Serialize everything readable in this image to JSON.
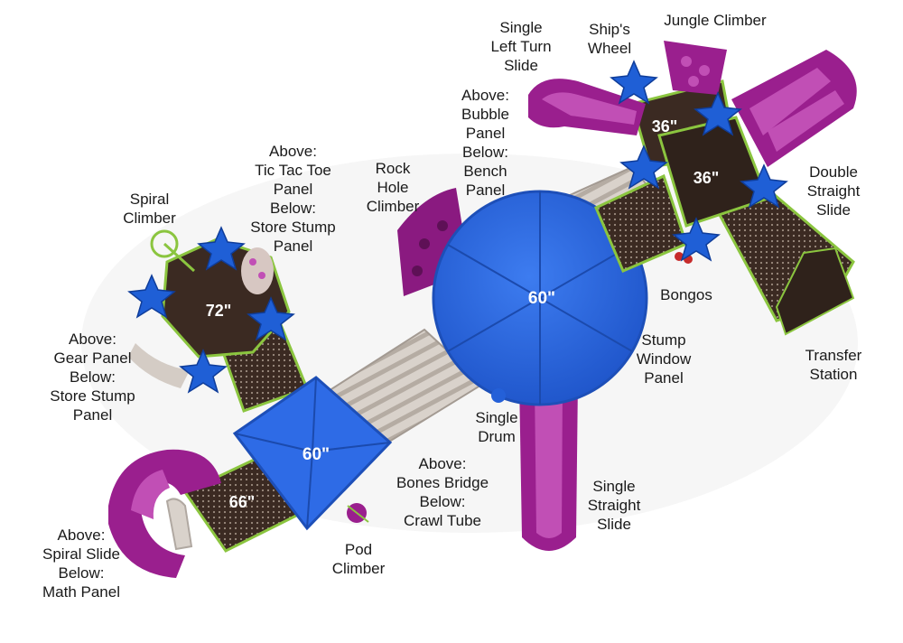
{
  "colors": {
    "roof_blue": "#2e6be6",
    "slide_purple": "#9a1f8e",
    "deck_brown": "#3b2a22",
    "frame_green": "#8bc53f",
    "panel_tan": "#cfc6bd",
    "star_blue": "#1f5fd6"
  },
  "deck_heights": {
    "left_roof": "72\"",
    "center_square_roof": "60\"",
    "big_round_roof": "60\"",
    "slide_deck": "66\"",
    "right_upper_deck": "36\"",
    "right_lower_deck": "36\""
  },
  "labels": {
    "single_left_turn_slide": [
      "Single",
      "Left Turn",
      "Slide"
    ],
    "ships_wheel": [
      "Ship's",
      "Wheel"
    ],
    "jungle_climber": [
      "Jungle Climber"
    ],
    "bubble_panel": [
      "Above:",
      "Bubble",
      "Panel",
      "Below:",
      "Bench",
      "Panel"
    ],
    "double_straight_slide": [
      "Double",
      "Straight",
      "Slide"
    ],
    "tic_tac_toe": [
      "Above:",
      "Tic Tac Toe",
      "Panel",
      "Below:",
      "Store Stump",
      "Panel"
    ],
    "rock_hole_climber": [
      "Rock",
      "Hole",
      "Climber"
    ],
    "spiral_climber": [
      "Spiral",
      "Climber"
    ],
    "bongos": [
      "Bongos"
    ],
    "gear_panel": [
      "Above:",
      "Gear Panel",
      "Below:",
      "Store Stump",
      "Panel"
    ],
    "stump_window_panel": [
      "Stump",
      "Window",
      "Panel"
    ],
    "transfer_station": [
      "Transfer",
      "Station"
    ],
    "single_drum": [
      "Single",
      "Drum"
    ],
    "bones_bridge": [
      "Above:",
      "Bones Bridge",
      "Below:",
      "Crawl Tube"
    ],
    "single_straight_slide": [
      "Single",
      "Straight",
      "Slide"
    ],
    "spiral_slide": [
      "Above:",
      "Spiral Slide",
      "Below:",
      "Math Panel"
    ],
    "pod_climber": [
      "Pod",
      "Climber"
    ]
  }
}
